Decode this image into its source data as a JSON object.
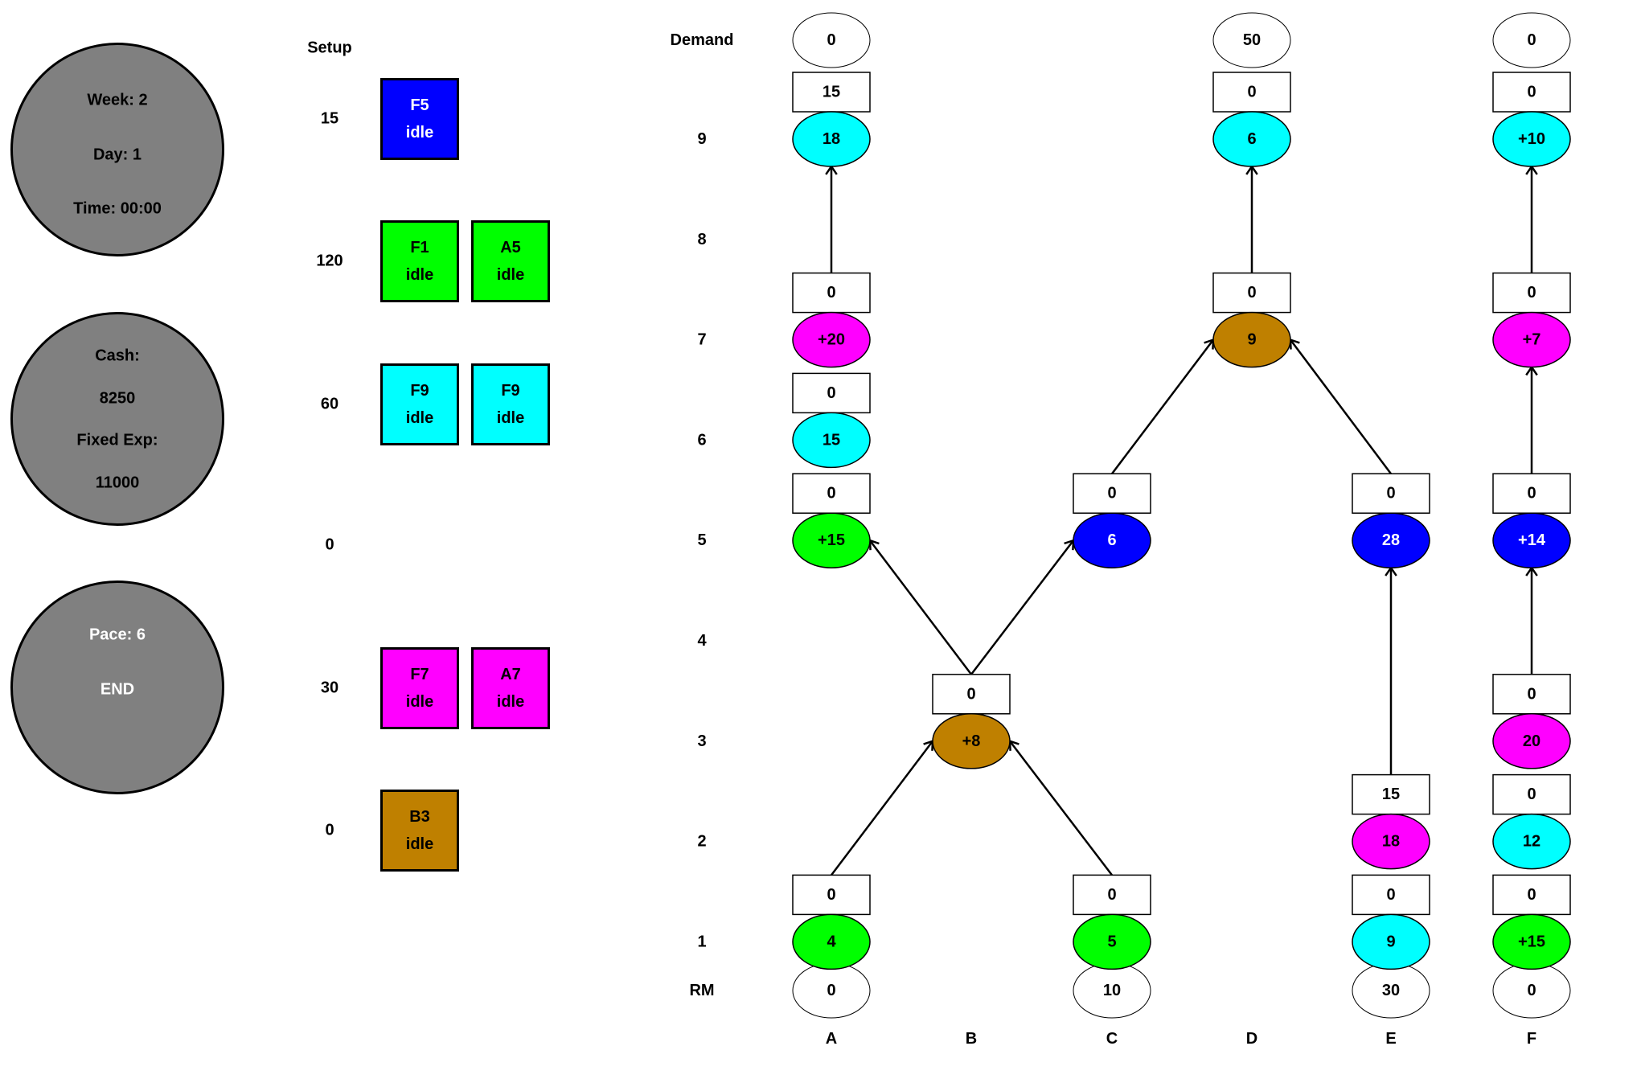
{
  "status": {
    "week": "Week: 2",
    "day": "Day: 1",
    "time": "Time: 00:00",
    "cash_label": "Cash:",
    "cash_value": "8250",
    "fixed_exp_label": "Fixed Exp:",
    "fixed_exp_value": "11000",
    "pace": "Pace: 6",
    "end_label": "END"
  },
  "setup": {
    "header": "Setup",
    "rows": [
      {
        "setup": "15",
        "machines": [
          {
            "name": "F5",
            "state": "idle",
            "color": "#0000ff",
            "text_color": "#ffffff"
          }
        ]
      },
      {
        "setup": "120",
        "machines": [
          {
            "name": "F1",
            "state": "idle",
            "color": "#00ff00",
            "text_color": "#000000"
          },
          {
            "name": "A5",
            "state": "idle",
            "color": "#00ff00",
            "text_color": "#000000"
          }
        ]
      },
      {
        "setup": "60",
        "machines": [
          {
            "name": "F9",
            "state": "idle",
            "color": "#00ffff",
            "text_color": "#000000"
          },
          {
            "name": "F9",
            "state": "idle",
            "color": "#00ffff",
            "text_color": "#000000"
          }
        ]
      },
      {
        "setup": "0",
        "machines": []
      },
      {
        "setup": "30",
        "machines": [
          {
            "name": "F7",
            "state": "idle",
            "color": "#ff00ff",
            "text_color": "#000000"
          },
          {
            "name": "A7",
            "state": "idle",
            "color": "#ff00ff",
            "text_color": "#000000"
          }
        ]
      },
      {
        "setup": "0",
        "machines": [
          {
            "name": "B3",
            "state": "idle",
            "color": "#bf8000",
            "text_color": "#000000"
          }
        ]
      }
    ]
  },
  "diagram": {
    "row_labels": [
      "Demand",
      "9",
      "8",
      "7",
      "6",
      "5",
      "4",
      "3",
      "2",
      "1",
      "RM"
    ],
    "columns": [
      "A",
      "B",
      "C",
      "D",
      "E",
      "F"
    ],
    "demand": {
      "A": "0",
      "D": "50",
      "F": "0"
    },
    "raw_materials": {
      "A": "0",
      "C": "10",
      "E": "30",
      "F": "0"
    },
    "nodes": [
      {
        "id": "A9",
        "col": "A",
        "row": 9,
        "value": "18",
        "queue": "15",
        "color": "#00ffff",
        "text_color": "#000000"
      },
      {
        "id": "A7",
        "col": "A",
        "row": 7,
        "value": "+20",
        "queue": "0",
        "color": "#ff00ff",
        "text_color": "#000000"
      },
      {
        "id": "A6",
        "col": "A",
        "row": 6,
        "value": "15",
        "queue": "0",
        "color": "#00ffff",
        "text_color": "#000000"
      },
      {
        "id": "A5",
        "col": "A",
        "row": 5,
        "value": "+15",
        "queue": "0",
        "color": "#00ff00",
        "text_color": "#000000"
      },
      {
        "id": "A1",
        "col": "A",
        "row": 1,
        "value": "4",
        "queue": "0",
        "color": "#00ff00",
        "text_color": "#000000"
      },
      {
        "id": "B3",
        "col": "B",
        "row": 3,
        "value": "+8",
        "queue": "0",
        "color": "#bf8000",
        "text_color": "#000000"
      },
      {
        "id": "C5",
        "col": "C",
        "row": 5,
        "value": "6",
        "queue": "0",
        "color": "#0000ff",
        "text_color": "#ffffff"
      },
      {
        "id": "C1",
        "col": "C",
        "row": 1,
        "value": "5",
        "queue": "0",
        "color": "#00ff00",
        "text_color": "#000000"
      },
      {
        "id": "D9",
        "col": "D",
        "row": 9,
        "value": "6",
        "queue": "0",
        "color": "#00ffff",
        "text_color": "#000000"
      },
      {
        "id": "D7",
        "col": "D",
        "row": 7,
        "value": "9",
        "queue": "0",
        "color": "#bf8000",
        "text_color": "#000000"
      },
      {
        "id": "E5",
        "col": "E",
        "row": 5,
        "value": "28",
        "queue": "0",
        "color": "#0000ff",
        "text_color": "#ffffff"
      },
      {
        "id": "E2",
        "col": "E",
        "row": 2,
        "value": "18",
        "queue": "15",
        "color": "#ff00ff",
        "text_color": "#000000"
      },
      {
        "id": "E1",
        "col": "E",
        "row": 1,
        "value": "9",
        "queue": "0",
        "color": "#00ffff",
        "text_color": "#000000"
      },
      {
        "id": "F9",
        "col": "F",
        "row": 9,
        "value": "+10",
        "queue": "0",
        "color": "#00ffff",
        "text_color": "#000000"
      },
      {
        "id": "F7",
        "col": "F",
        "row": 7,
        "value": "+7",
        "queue": "0",
        "color": "#ff00ff",
        "text_color": "#000000"
      },
      {
        "id": "F5",
        "col": "F",
        "row": 5,
        "value": "+14",
        "queue": "0",
        "color": "#0000ff",
        "text_color": "#ffffff"
      },
      {
        "id": "F3",
        "col": "F",
        "row": 3,
        "value": "20",
        "queue": "0",
        "color": "#ff00ff",
        "text_color": "#000000"
      },
      {
        "id": "F2",
        "col": "F",
        "row": 2,
        "value": "12",
        "queue": "0",
        "color": "#00ffff",
        "text_color": "#000000"
      },
      {
        "id": "F1",
        "col": "F",
        "row": 1,
        "value": "+15",
        "queue": "0",
        "color": "#00ff00",
        "text_color": "#000000"
      }
    ],
    "edges": [
      [
        "A7",
        "A9"
      ],
      [
        "A1",
        "B3"
      ],
      [
        "C1",
        "B3"
      ],
      [
        "B3",
        "A5"
      ],
      [
        "B3",
        "C5"
      ],
      [
        "C5",
        "D7"
      ],
      [
        "E5",
        "D7"
      ],
      [
        "D7",
        "D9"
      ],
      [
        "E2",
        "E5"
      ],
      [
        "F3",
        "F5"
      ],
      [
        "F5",
        "F7"
      ],
      [
        "F7",
        "F9"
      ]
    ]
  }
}
